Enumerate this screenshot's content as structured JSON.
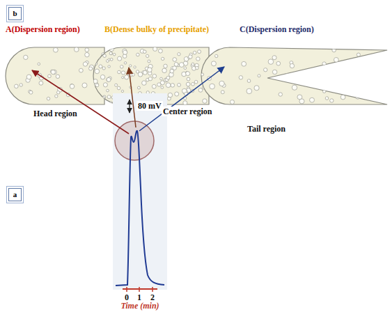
{
  "diagram": {
    "nodes": [
      {
        "text": [
          "b"
        ]
      },
      {
        "text": [
          "a"
        ]
      }
    ],
    "labels": [
      "A(Dispersion region)",
      "B(Dense bulky of precipitate)",
      "C(Dispersion region)",
      "Head region",
      "Center region",
      "Tail region",
      "80 mV",
      "0",
      "1",
      "2",
      "Time (min)"
    ]
  }
}
